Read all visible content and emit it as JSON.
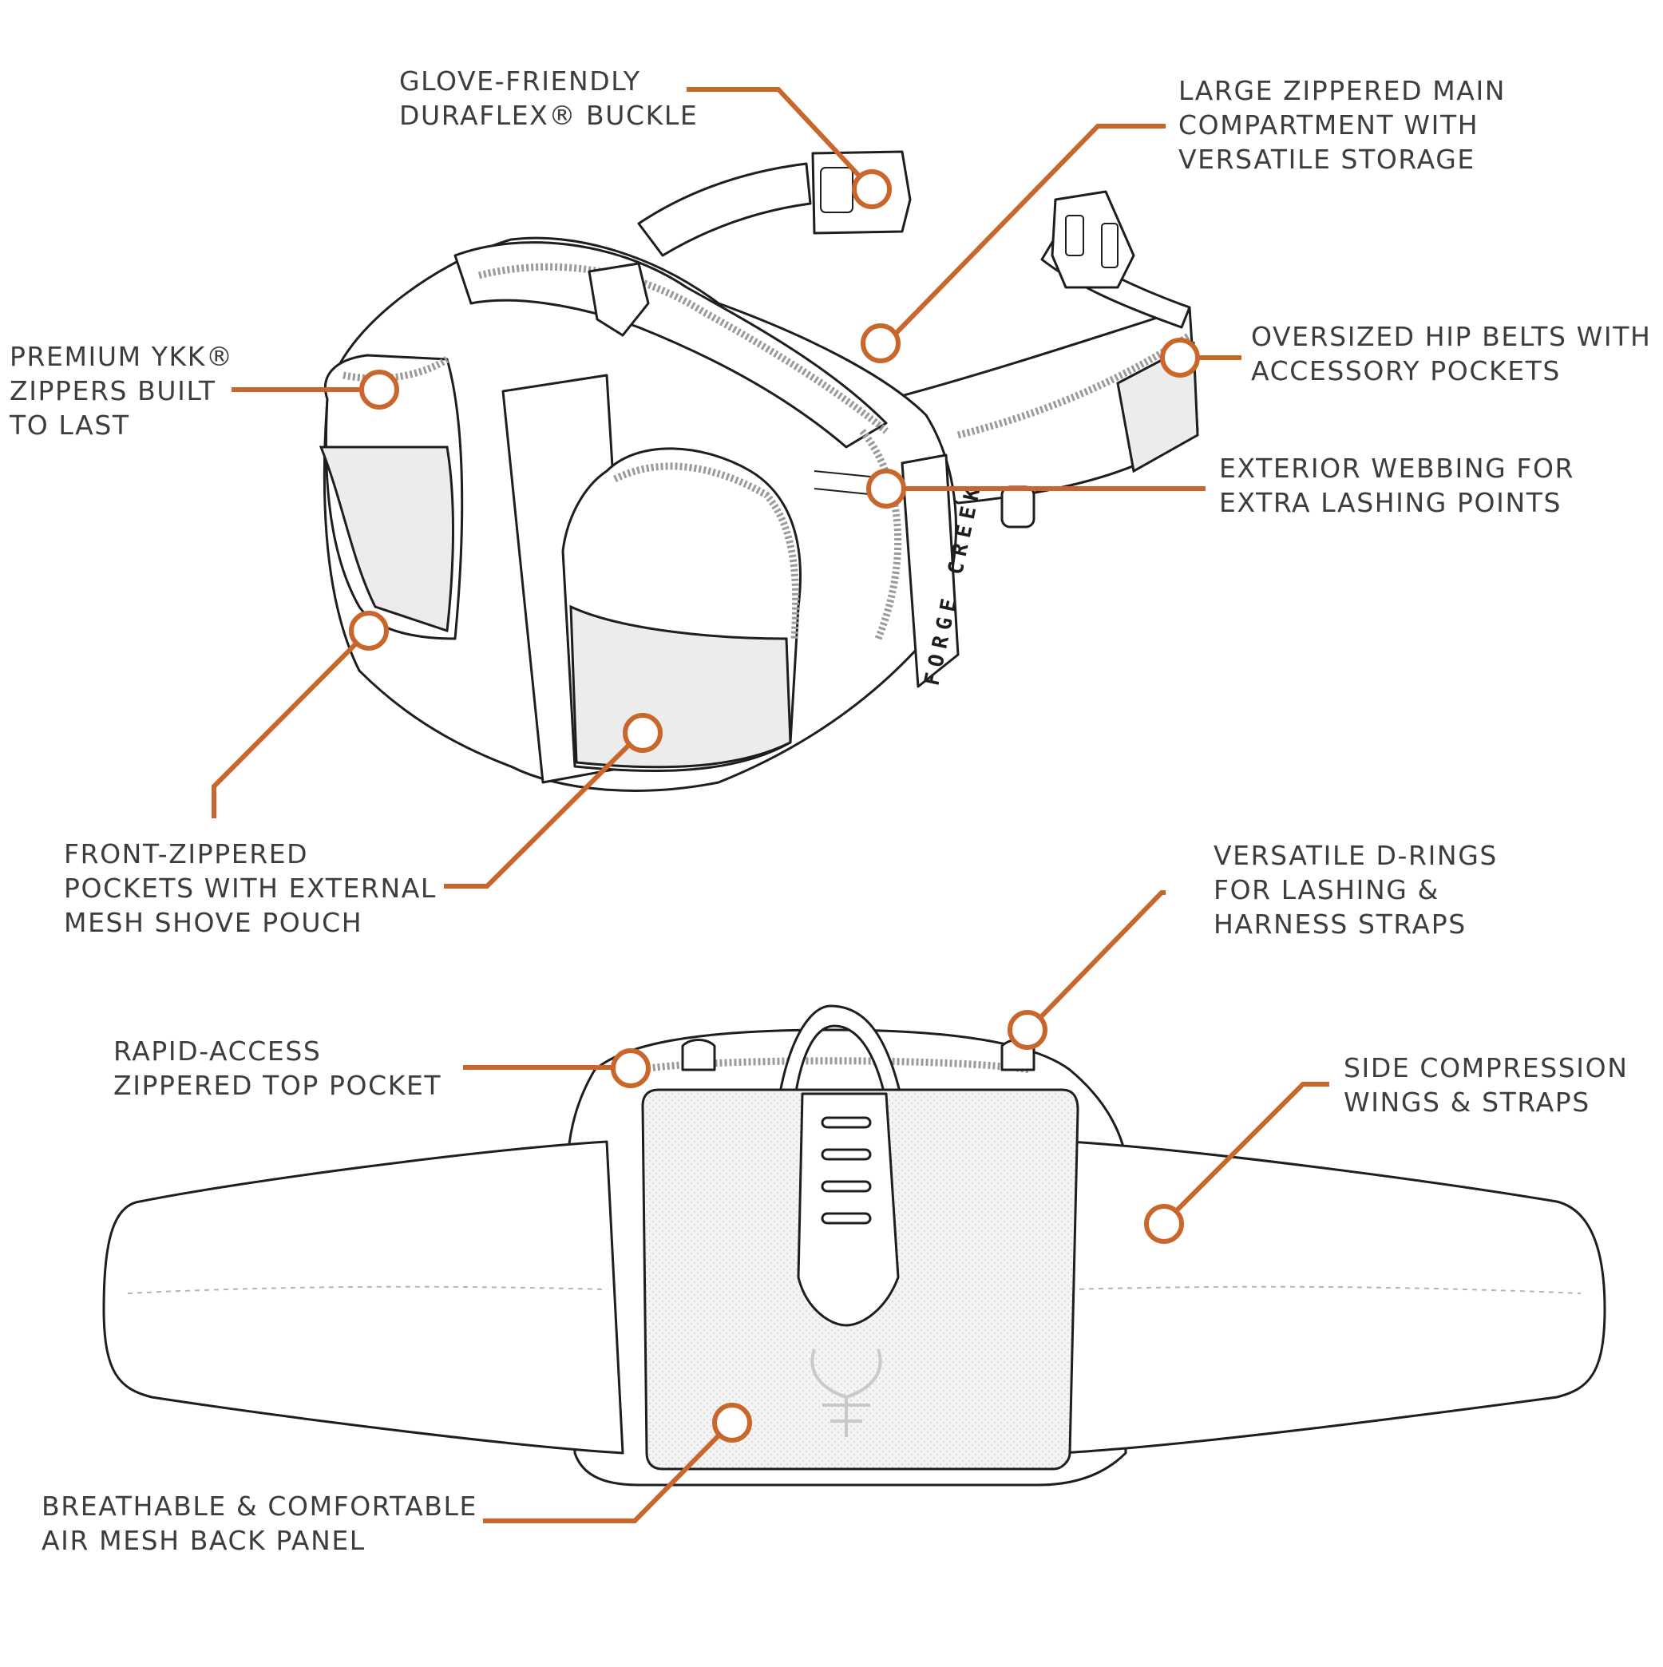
{
  "colors": {
    "accent": "#c9662c",
    "text": "#3d3d3d",
    "line_art": "#1e1e1e"
  },
  "brand_text": "FORGE CREEK",
  "callouts": [
    {
      "id": "buckle",
      "lines": [
        "GLOVE-FRIENDLY",
        "DURAFLEX® BUCKLE"
      ]
    },
    {
      "id": "main-compartment",
      "lines": [
        "LARGE ZIPPERED MAIN",
        "COMPARTMENT WITH",
        "VERSATILE STORAGE"
      ]
    },
    {
      "id": "zippers",
      "lines": [
        "PREMIUM YKK®",
        "ZIPPERS BUILT",
        "TO LAST"
      ]
    },
    {
      "id": "hip-belts",
      "lines": [
        "OVERSIZED HIP BELTS WITH",
        "ACCESSORY POCKETS"
      ]
    },
    {
      "id": "webbing",
      "lines": [
        "EXTERIOR WEBBING FOR",
        "EXTRA LASHING POINTS"
      ]
    },
    {
      "id": "front-pockets",
      "lines": [
        "FRONT-ZIPPERED",
        "POCKETS WITH EXTERNAL",
        "MESH SHOVE POUCH"
      ]
    },
    {
      "id": "d-rings",
      "lines": [
        "VERSATILE D-RINGS",
        "FOR LASHING &",
        "HARNESS STRAPS"
      ]
    },
    {
      "id": "top-pocket",
      "lines": [
        "RAPID-ACCESS",
        "ZIPPERED TOP POCKET"
      ]
    },
    {
      "id": "compression-wings",
      "lines": [
        "SIDE COMPRESSION",
        "WINGS & STRAPS"
      ]
    },
    {
      "id": "back-panel",
      "lines": [
        "BREATHABLE & COMFORTABLE",
        "AIR MESH BACK PANEL"
      ]
    }
  ]
}
